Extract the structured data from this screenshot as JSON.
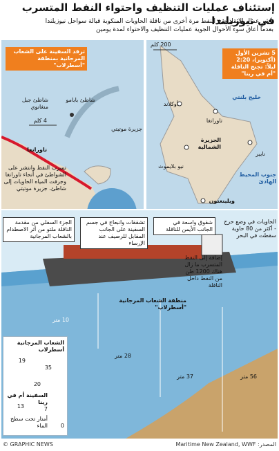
{
  "header": {
    "title": "إستئناف عمليات التنظيف واحتواء النفط المتسرب في نيوزيلندا",
    "subtitle_line1": "باشر عمال الإنقاذ ضخ النفط مرة أخرى من ناقلة الحاويات المنكوبة قبالة سواحل نيوزيلندا",
    "subtitle_line2": "بعدما أعاق سوء الأحوال الجوية عمليات التنظيف والاحتواء لمدة يومين"
  },
  "left_map": {
    "callout": "ترقد السفينة على الشعاب المرجانية بمنطقة \"أسطرلاب\"",
    "tauranga": "تاورانغا",
    "mount_maunganui": "شاطئ جبل منغانوي",
    "papamoa": "شاطئ بابامو",
    "motiti": "جزيرة موتيتي",
    "scale": "4 كلم",
    "spill_note": "تسرب النفط وانتشر على الشواطئ في أنحاء تاورانغا وجرفت المياه الحاويات إلى شاطئ، جزيرة موتيتي"
  },
  "right_map": {
    "callout": "5 تشرين الأول (أكتوبر)، 2:20 ليلاً: تجنح الناقلة \"أم في رينا\"",
    "scale": "200 كلم",
    "plenty_bay": "خليج بلنتي",
    "tauranga": "تاورانغا",
    "north_island": "الجزيرة الشمالية",
    "auckland": "أوكلاند",
    "napier": "نابير",
    "new_plymouth": "نيو بلايموث",
    "wellington": "ويلينغتون",
    "pacific": "جنوب المحيط الهادئ"
  },
  "ship_section": {
    "bottom_hull": "الجزء السفلي من مقدمة الناقلة ملتو من أثر الاصطدام بالشعاب المرجانية",
    "cracks_side": "تشققات وانبعاج في جسم السفينة على الجانب المقابل للرصيف عند الإرساء",
    "cracks_right": "شقوق واسعة في الجانب الأيمن للناقلة",
    "containers": "الحاويات في وضع حرج - أكثر من 80 حاوية سقطت في البحر",
    "oil_remaining": "إضافة إلى النفط المتسرب ما زال هناك 1200 طن من النفط داخل الناقلة",
    "reef_zone": "منطقة الشعاب المرجانية \"أسطرلاب\"",
    "depth_10": "10 متر",
    "depth_28": "28 متر",
    "depth_37": "37 متر",
    "depth_56": "56 متر"
  },
  "legend": {
    "title": "الشعاب المرجانية أسطرلاب",
    "ship": "السفينة أم في رينا",
    "depth_note": "أمتار تحت سطح الماء",
    "depths": [
      "19",
      "35",
      "20",
      "13",
      "7",
      "0"
    ]
  },
  "footer": {
    "copyright": "© GRAPHIC NEWS",
    "source": "المصدر: Maritime New Zealand, WWF"
  },
  "colors": {
    "accent": "#f07f1e",
    "sea": "#bfd9ea",
    "land": "#e8dcc6",
    "oil": "#d7192c"
  }
}
